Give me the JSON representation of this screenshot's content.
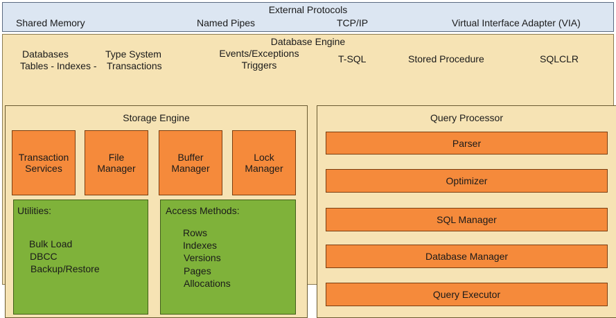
{
  "external": {
    "title": "External Protocols",
    "items": [
      "Shared Memory",
      "Named Pipes",
      "TCP/IP",
      "Virtual Interface Adapter (VIA)"
    ]
  },
  "engine": {
    "title": "Database Engine",
    "top_left_line1": "Databases",
    "top_left_line2": "Tables - Indexes -",
    "type_line1": "Type System",
    "type_line2": "Transactions",
    "events_line1": "Events/Exceptions",
    "events_line2": "Triggers",
    "tsql": "T-SQL",
    "stored_procedure": "Stored Procedure",
    "sqlclr": "SQLCLR"
  },
  "storage": {
    "title": "Storage Engine",
    "components": [
      {
        "line1": "Transaction",
        "line2": "Services"
      },
      {
        "line1": "File",
        "line2": "Manager"
      },
      {
        "line1": "Buffer",
        "line2": "Manager"
      },
      {
        "line1": "Lock",
        "line2": "Manager"
      }
    ],
    "utilities": {
      "title": "Utilities:",
      "items": [
        "Bulk Load",
        "DBCC",
        "Backup/Restore"
      ]
    },
    "access": {
      "title": "Access Methods:",
      "items": [
        "Rows",
        "Indexes",
        "Versions",
        "Pages",
        "Allocations"
      ]
    }
  },
  "query_processor": {
    "title": "Query Processor",
    "items": [
      "Parser",
      "Optimizer",
      "SQL Manager",
      "Database Manager",
      "Query Executor"
    ]
  },
  "colors": {
    "external_bg": "#dce6f2",
    "engine_bg": "#f6e3b4",
    "component_orange": "#f58a3b",
    "module_green": "#7fb23a"
  }
}
